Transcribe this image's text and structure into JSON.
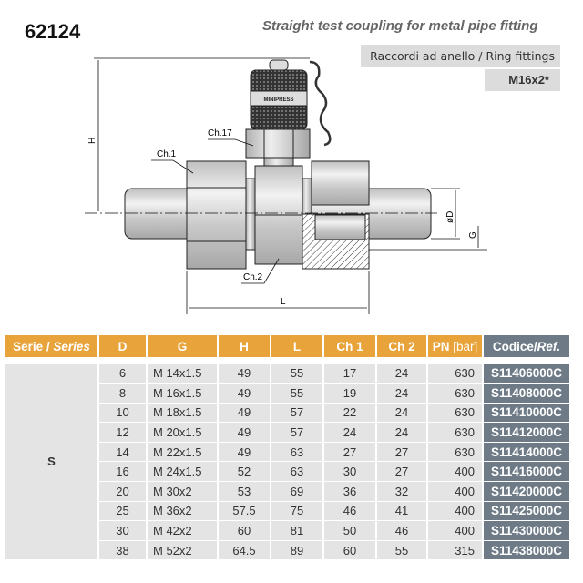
{
  "header": {
    "code": "62124",
    "subtitle": "Straight test coupling  for metal pipe fitting",
    "category": "Raccordi ad anello / Ring  fittings",
    "thread": "M16x2*"
  },
  "drawing": {
    "labels": {
      "h": "H",
      "l": "L",
      "d": "øD",
      "g": "G",
      "ch1": "Ch.1",
      "ch2": "Ch.2",
      "ch17": "Ch.17",
      "brand": "MINIPRESS"
    }
  },
  "table": {
    "headers": {
      "serie": "Serie / ",
      "serie_it": "Series",
      "d": "D",
      "g": "G",
      "h": "H",
      "l": "L",
      "ch1": "Ch 1",
      "ch2": "Ch 2",
      "pn": "PN",
      "pn_unit": " [bar]",
      "ref": "Codice/",
      "ref_it": "Ref."
    },
    "series": "S",
    "rows": [
      {
        "d": "6",
        "g": "M 14x1.5",
        "h": "49",
        "l": "55",
        "ch1": "17",
        "ch2": "24",
        "pn": "630",
        "ref": "S11406000C"
      },
      {
        "d": "8",
        "g": "M 16x1.5",
        "h": "49",
        "l": "55",
        "ch1": "19",
        "ch2": "24",
        "pn": "630",
        "ref": "S11408000C"
      },
      {
        "d": "10",
        "g": "M 18x1.5",
        "h": "49",
        "l": "57",
        "ch1": "22",
        "ch2": "24",
        "pn": "630",
        "ref": "S11410000C"
      },
      {
        "d": "12",
        "g": "M 20x1.5",
        "h": "49",
        "l": "57",
        "ch1": "24",
        "ch2": "24",
        "pn": "630",
        "ref": "S11412000C"
      },
      {
        "d": "14",
        "g": "M 22x1.5",
        "h": "49",
        "l": "63",
        "ch1": "27",
        "ch2": "27",
        "pn": "630",
        "ref": "S11414000C"
      },
      {
        "d": "16",
        "g": "M 24x1.5",
        "h": "52",
        "l": "63",
        "ch1": "30",
        "ch2": "27",
        "pn": "400",
        "ref": "S11416000C"
      },
      {
        "d": "20",
        "g": "M 30x2",
        "h": "53",
        "l": "69",
        "ch1": "36",
        "ch2": "32",
        "pn": "400",
        "ref": "S11420000C"
      },
      {
        "d": "25",
        "g": "M 36x2",
        "h": "57.5",
        "l": "75",
        "ch1": "46",
        "ch2": "41",
        "pn": "400",
        "ref": "S11425000C"
      },
      {
        "d": "30",
        "g": "M 42x2",
        "h": "60",
        "l": "81",
        "ch1": "50",
        "ch2": "46",
        "pn": "400",
        "ref": "S11430000C"
      },
      {
        "d": "38",
        "g": "M 52x2",
        "h": "64.5",
        "l": "89",
        "ch1": "60",
        "ch2": "55",
        "pn": "315",
        "ref": "S11438000C"
      }
    ]
  }
}
